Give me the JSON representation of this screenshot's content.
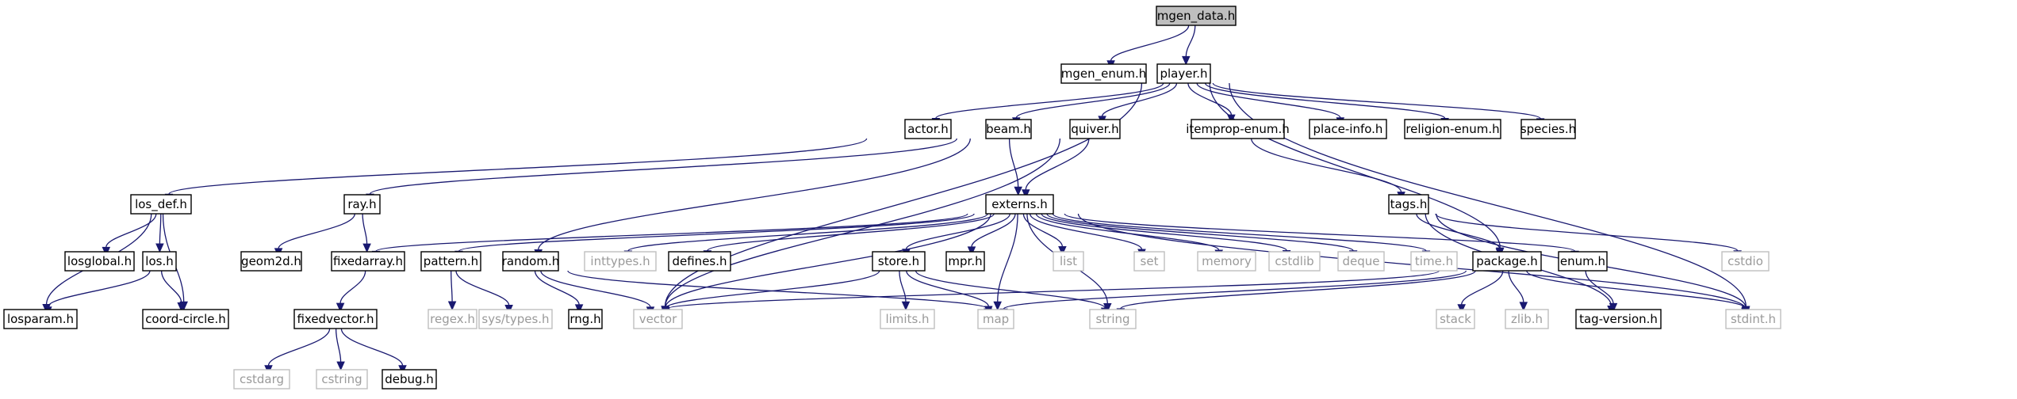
{
  "colors": {
    "edge": "#191970",
    "node_border": "#000000",
    "system_border": "#bfbfbf",
    "system_text": "#9a9a9a",
    "root_fill": "#bfbfbf"
  },
  "nodes": [
    {
      "id": "mgen_data",
      "label": "mgen_data.h",
      "kind": "root"
    },
    {
      "id": "mgen_enum",
      "label": "mgen_enum.h",
      "kind": "local"
    },
    {
      "id": "player",
      "label": "player.h",
      "kind": "local"
    },
    {
      "id": "actor",
      "label": "actor.h",
      "kind": "local"
    },
    {
      "id": "beam",
      "label": "beam.h",
      "kind": "local"
    },
    {
      "id": "quiver",
      "label": "quiver.h",
      "kind": "local"
    },
    {
      "id": "itemprop_enum",
      "label": "itemprop-enum.h",
      "kind": "local"
    },
    {
      "id": "place_info",
      "label": "place-info.h",
      "kind": "local"
    },
    {
      "id": "religion_enum",
      "label": "religion-enum.h",
      "kind": "local"
    },
    {
      "id": "species",
      "label": "species.h",
      "kind": "local"
    },
    {
      "id": "los_def",
      "label": "los_def.h",
      "kind": "local"
    },
    {
      "id": "ray",
      "label": "ray.h",
      "kind": "local"
    },
    {
      "id": "externs",
      "label": "externs.h",
      "kind": "local"
    },
    {
      "id": "tags",
      "label": "tags.h",
      "kind": "local"
    },
    {
      "id": "losglobal",
      "label": "losglobal.h",
      "kind": "local"
    },
    {
      "id": "los",
      "label": "los.h",
      "kind": "local"
    },
    {
      "id": "geom2d",
      "label": "geom2d.h",
      "kind": "local"
    },
    {
      "id": "fixedarray",
      "label": "fixedarray.h",
      "kind": "local"
    },
    {
      "id": "pattern",
      "label": "pattern.h",
      "kind": "local"
    },
    {
      "id": "random",
      "label": "random.h",
      "kind": "local"
    },
    {
      "id": "inttypes",
      "label": "inttypes.h",
      "kind": "system"
    },
    {
      "id": "defines",
      "label": "defines.h",
      "kind": "local"
    },
    {
      "id": "store",
      "label": "store.h",
      "kind": "local"
    },
    {
      "id": "mpr",
      "label": "mpr.h",
      "kind": "local"
    },
    {
      "id": "list",
      "label": "list",
      "kind": "system"
    },
    {
      "id": "set",
      "label": "set",
      "kind": "system"
    },
    {
      "id": "memory",
      "label": "memory",
      "kind": "system"
    },
    {
      "id": "cstdlib",
      "label": "cstdlib",
      "kind": "system"
    },
    {
      "id": "deque",
      "label": "deque",
      "kind": "system"
    },
    {
      "id": "time",
      "label": "time.h",
      "kind": "system"
    },
    {
      "id": "package",
      "label": "package.h",
      "kind": "local"
    },
    {
      "id": "enum",
      "label": "enum.h",
      "kind": "local"
    },
    {
      "id": "cstdio",
      "label": "cstdio",
      "kind": "system"
    },
    {
      "id": "losparam",
      "label": "losparam.h",
      "kind": "local"
    },
    {
      "id": "coord_circle",
      "label": "coord-circle.h",
      "kind": "local"
    },
    {
      "id": "fixedvector",
      "label": "fixedvector.h",
      "kind": "local"
    },
    {
      "id": "regex",
      "label": "regex.h",
      "kind": "system"
    },
    {
      "id": "sys_types",
      "label": "sys/types.h",
      "kind": "system"
    },
    {
      "id": "rng",
      "label": "rng.h",
      "kind": "local"
    },
    {
      "id": "vector",
      "label": "vector",
      "kind": "system"
    },
    {
      "id": "limits",
      "label": "limits.h",
      "kind": "system"
    },
    {
      "id": "map",
      "label": "map",
      "kind": "system"
    },
    {
      "id": "string",
      "label": "string",
      "kind": "system"
    },
    {
      "id": "stack",
      "label": "stack",
      "kind": "system"
    },
    {
      "id": "zlib",
      "label": "zlib.h",
      "kind": "system"
    },
    {
      "id": "tag_version",
      "label": "tag-version.h",
      "kind": "local"
    },
    {
      "id": "stdint",
      "label": "stdint.h",
      "kind": "system"
    },
    {
      "id": "cstdarg",
      "label": "cstdarg",
      "kind": "system"
    },
    {
      "id": "cstring",
      "label": "cstring",
      "kind": "system"
    },
    {
      "id": "debug",
      "label": "debug.h",
      "kind": "local"
    }
  ],
  "edges": [
    [
      "mgen_data",
      "mgen_enum"
    ],
    [
      "mgen_data",
      "player"
    ],
    [
      "player",
      "actor"
    ],
    [
      "player",
      "beam"
    ],
    [
      "player",
      "quiver"
    ],
    [
      "player",
      "itemprop_enum"
    ],
    [
      "player",
      "place_info"
    ],
    [
      "player",
      "religion_enum"
    ],
    [
      "player",
      "species"
    ],
    [
      "player",
      "vector"
    ],
    [
      "player",
      "package"
    ],
    [
      "player",
      "stdint"
    ],
    [
      "actor",
      "los_def"
    ],
    [
      "los_def",
      "losparam"
    ],
    [
      "los_def",
      "losglobal"
    ],
    [
      "los_def",
      "los"
    ],
    [
      "los_def",
      "coord_circle"
    ],
    [
      "los",
      "losparam"
    ],
    [
      "los",
      "coord_circle"
    ],
    [
      "beam",
      "ray"
    ],
    [
      "beam",
      "externs"
    ],
    [
      "beam",
      "random"
    ],
    [
      "quiver",
      "externs"
    ],
    [
      "quiver",
      "vector"
    ],
    [
      "ray",
      "geom2d"
    ],
    [
      "ray",
      "fixedarray"
    ],
    [
      "fixedarray",
      "fixedvector"
    ],
    [
      "fixedvector",
      "cstdarg"
    ],
    [
      "fixedvector",
      "cstring"
    ],
    [
      "fixedvector",
      "debug"
    ],
    [
      "itemprop_enum",
      "tags"
    ],
    [
      "tags",
      "package"
    ],
    [
      "tags",
      "cstdio"
    ],
    [
      "tags",
      "tag_version"
    ],
    [
      "tags",
      "stdint"
    ],
    [
      "externs",
      "fixedarray"
    ],
    [
      "externs",
      "pattern"
    ],
    [
      "externs",
      "inttypes"
    ],
    [
      "externs",
      "defines"
    ],
    [
      "externs",
      "store"
    ],
    [
      "externs",
      "mpr"
    ],
    [
      "externs",
      "list"
    ],
    [
      "externs",
      "set"
    ],
    [
      "externs",
      "memory"
    ],
    [
      "externs",
      "cstdlib"
    ],
    [
      "externs",
      "deque"
    ],
    [
      "externs",
      "time"
    ],
    [
      "externs",
      "enum"
    ],
    [
      "externs",
      "vector"
    ],
    [
      "externs",
      "map"
    ],
    [
      "externs",
      "string"
    ],
    [
      "externs",
      "stdint"
    ],
    [
      "pattern",
      "regex"
    ],
    [
      "pattern",
      "sys_types"
    ],
    [
      "random",
      "rng"
    ],
    [
      "random",
      "vector"
    ],
    [
      "random",
      "map"
    ],
    [
      "store",
      "vector"
    ],
    [
      "store",
      "limits"
    ],
    [
      "store",
      "map"
    ],
    [
      "store",
      "string"
    ],
    [
      "package",
      "vector"
    ],
    [
      "package",
      "map"
    ],
    [
      "package",
      "string"
    ],
    [
      "package",
      "stack"
    ],
    [
      "package",
      "zlib"
    ],
    [
      "package",
      "stdint"
    ],
    [
      "enum",
      "tag_version"
    ]
  ]
}
